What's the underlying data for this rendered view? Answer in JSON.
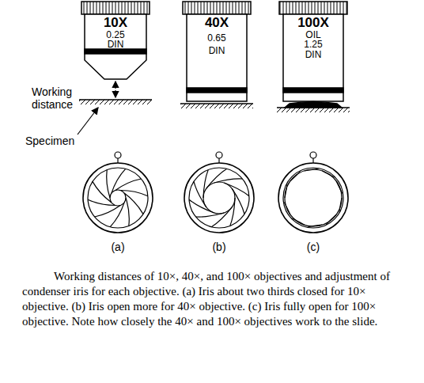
{
  "diagram": {
    "caption": "Working distances of 10×, 40×, and 100× objectives and adjustment of condenser iris for each objective. (a) Iris about two thirds closed for 10× objective. (b) Iris open more for 40× objective. (c) Iris fully open for 100× objective. Note how closely the 40× and 100× objectives work to the slide.",
    "nodes": [
      {
        "text": [
          "10X",
          "0.25",
          "DIN"
        ]
      },
      {
        "text": [
          "40X",
          "0.65",
          "DIN"
        ]
      },
      {
        "text": [
          "100X",
          "OIL",
          "1.25",
          "DIN"
        ]
      }
    ],
    "labels": [
      "Working distance",
      "Specimen",
      "(a)",
      "(b)",
      "(c)"
    ]
  }
}
